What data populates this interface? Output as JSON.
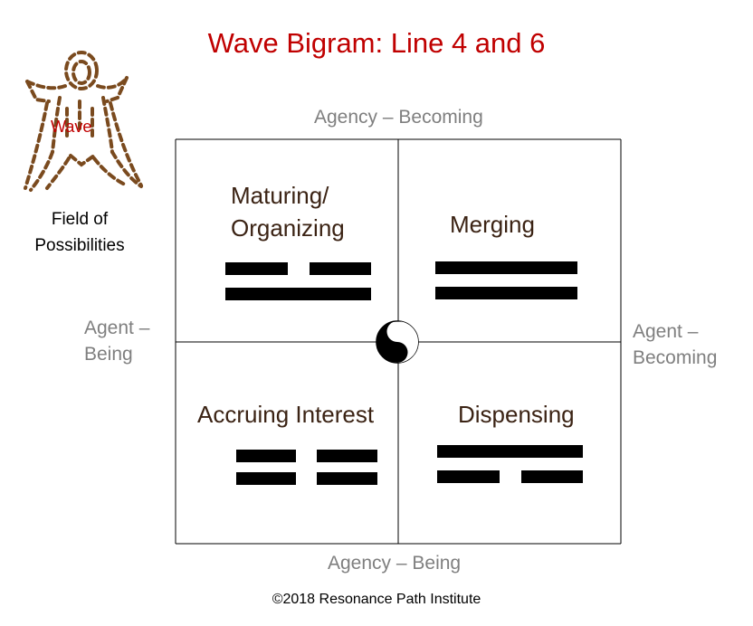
{
  "title": "Wave Bigram: Line 4 and 6",
  "figure": {
    "label": "Wave",
    "caption": "Field of\nPossibilities"
  },
  "axes": {
    "top": "Agency – Becoming",
    "bottom": "Agency – Being",
    "left": "Agent –\nBeing",
    "right": "Agent –\nBecoming"
  },
  "quadrants": [
    {
      "id": "top-left",
      "label": "Maturing/\nOrganizing",
      "lines": [
        "broken",
        "solid"
      ]
    },
    {
      "id": "top-right",
      "label": "Merging",
      "lines": [
        "solid",
        "solid"
      ]
    },
    {
      "id": "bottom-left",
      "label": "Accruing Interest",
      "lines": [
        "broken",
        "broken"
      ]
    },
    {
      "id": "bottom-right",
      "label": "Dispensing",
      "lines": [
        "solid",
        "broken"
      ]
    }
  ],
  "center_symbol": "yin-yang-icon",
  "copyright": "©2018 Resonance Path Institute",
  "colors": {
    "title": "#c00000",
    "axis_text": "#7f7f7f",
    "quadrant_text": "#3b2314",
    "figure_stroke": "#7a4a1e",
    "wave_label": "#c00000"
  }
}
